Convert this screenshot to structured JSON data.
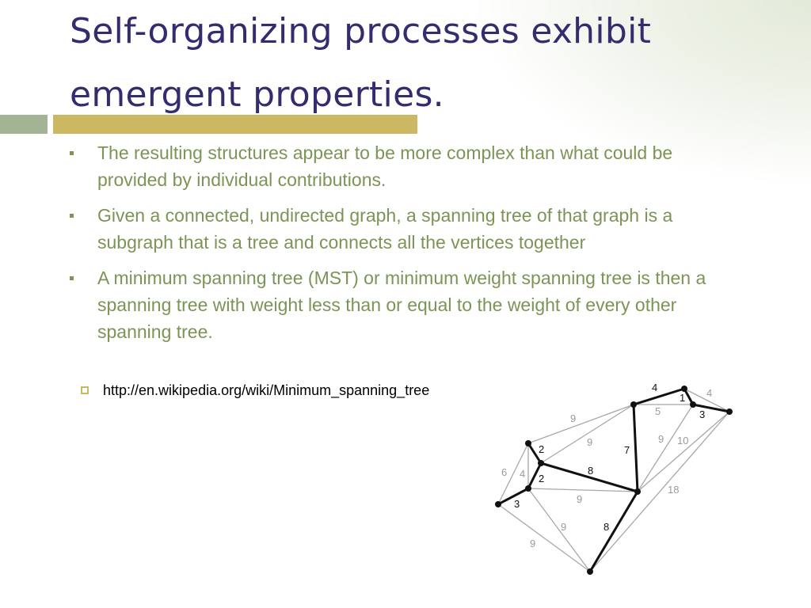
{
  "slide": {
    "title": "Self-organizing processes exhibit emergent properties."
  },
  "bullets": [
    "The resulting structures appear to be more complex than what could be provided by individual contributions.",
    "Given a connected, undirected graph, a spanning tree of that graph is a subgraph that is a tree and connects all the vertices together",
    "A minimum spanning tree (MST) or minimum weight spanning tree is then a spanning tree with weight less than or equal to the weight of every other spanning tree."
  ],
  "sub_bullet": {
    "text": "http://en.wikipedia.org/wiki/Minimum_spanning_tree"
  },
  "graph": {
    "edges_mst": [
      {
        "from": "a",
        "to": "b",
        "weight": "4"
      },
      {
        "from": "b",
        "to": "c",
        "weight": "1"
      },
      {
        "from": "c",
        "to": "d",
        "weight": "3"
      },
      {
        "from": "a",
        "to": "e",
        "weight": "7"
      },
      {
        "from": "f",
        "to": "g",
        "weight": "2"
      },
      {
        "from": "g",
        "to": "h",
        "weight": "2"
      },
      {
        "from": "h",
        "to": "i",
        "weight": "3"
      },
      {
        "from": "g",
        "to": "e",
        "weight": "8"
      },
      {
        "from": "e",
        "to": "j",
        "weight": "8"
      }
    ],
    "edges_other": [
      {
        "from": "a",
        "to": "c",
        "weight": "5"
      },
      {
        "from": "b",
        "to": "d",
        "weight": "4"
      },
      {
        "from": "c",
        "to": "e",
        "weight": "9"
      },
      {
        "from": "d",
        "to": "e",
        "weight": "10"
      },
      {
        "from": "d",
        "to": "j",
        "weight": "18"
      },
      {
        "from": "f",
        "to": "a",
        "weight": "9"
      },
      {
        "from": "g",
        "to": "a",
        "weight": "9"
      },
      {
        "from": "f",
        "to": "i",
        "weight": "6"
      },
      {
        "from": "f",
        "to": "h",
        "weight": "4"
      },
      {
        "from": "h",
        "to": "e",
        "weight": "9"
      },
      {
        "from": "h",
        "to": "j",
        "weight": "9"
      },
      {
        "from": "i",
        "to": "j",
        "weight": "9"
      }
    ]
  }
}
